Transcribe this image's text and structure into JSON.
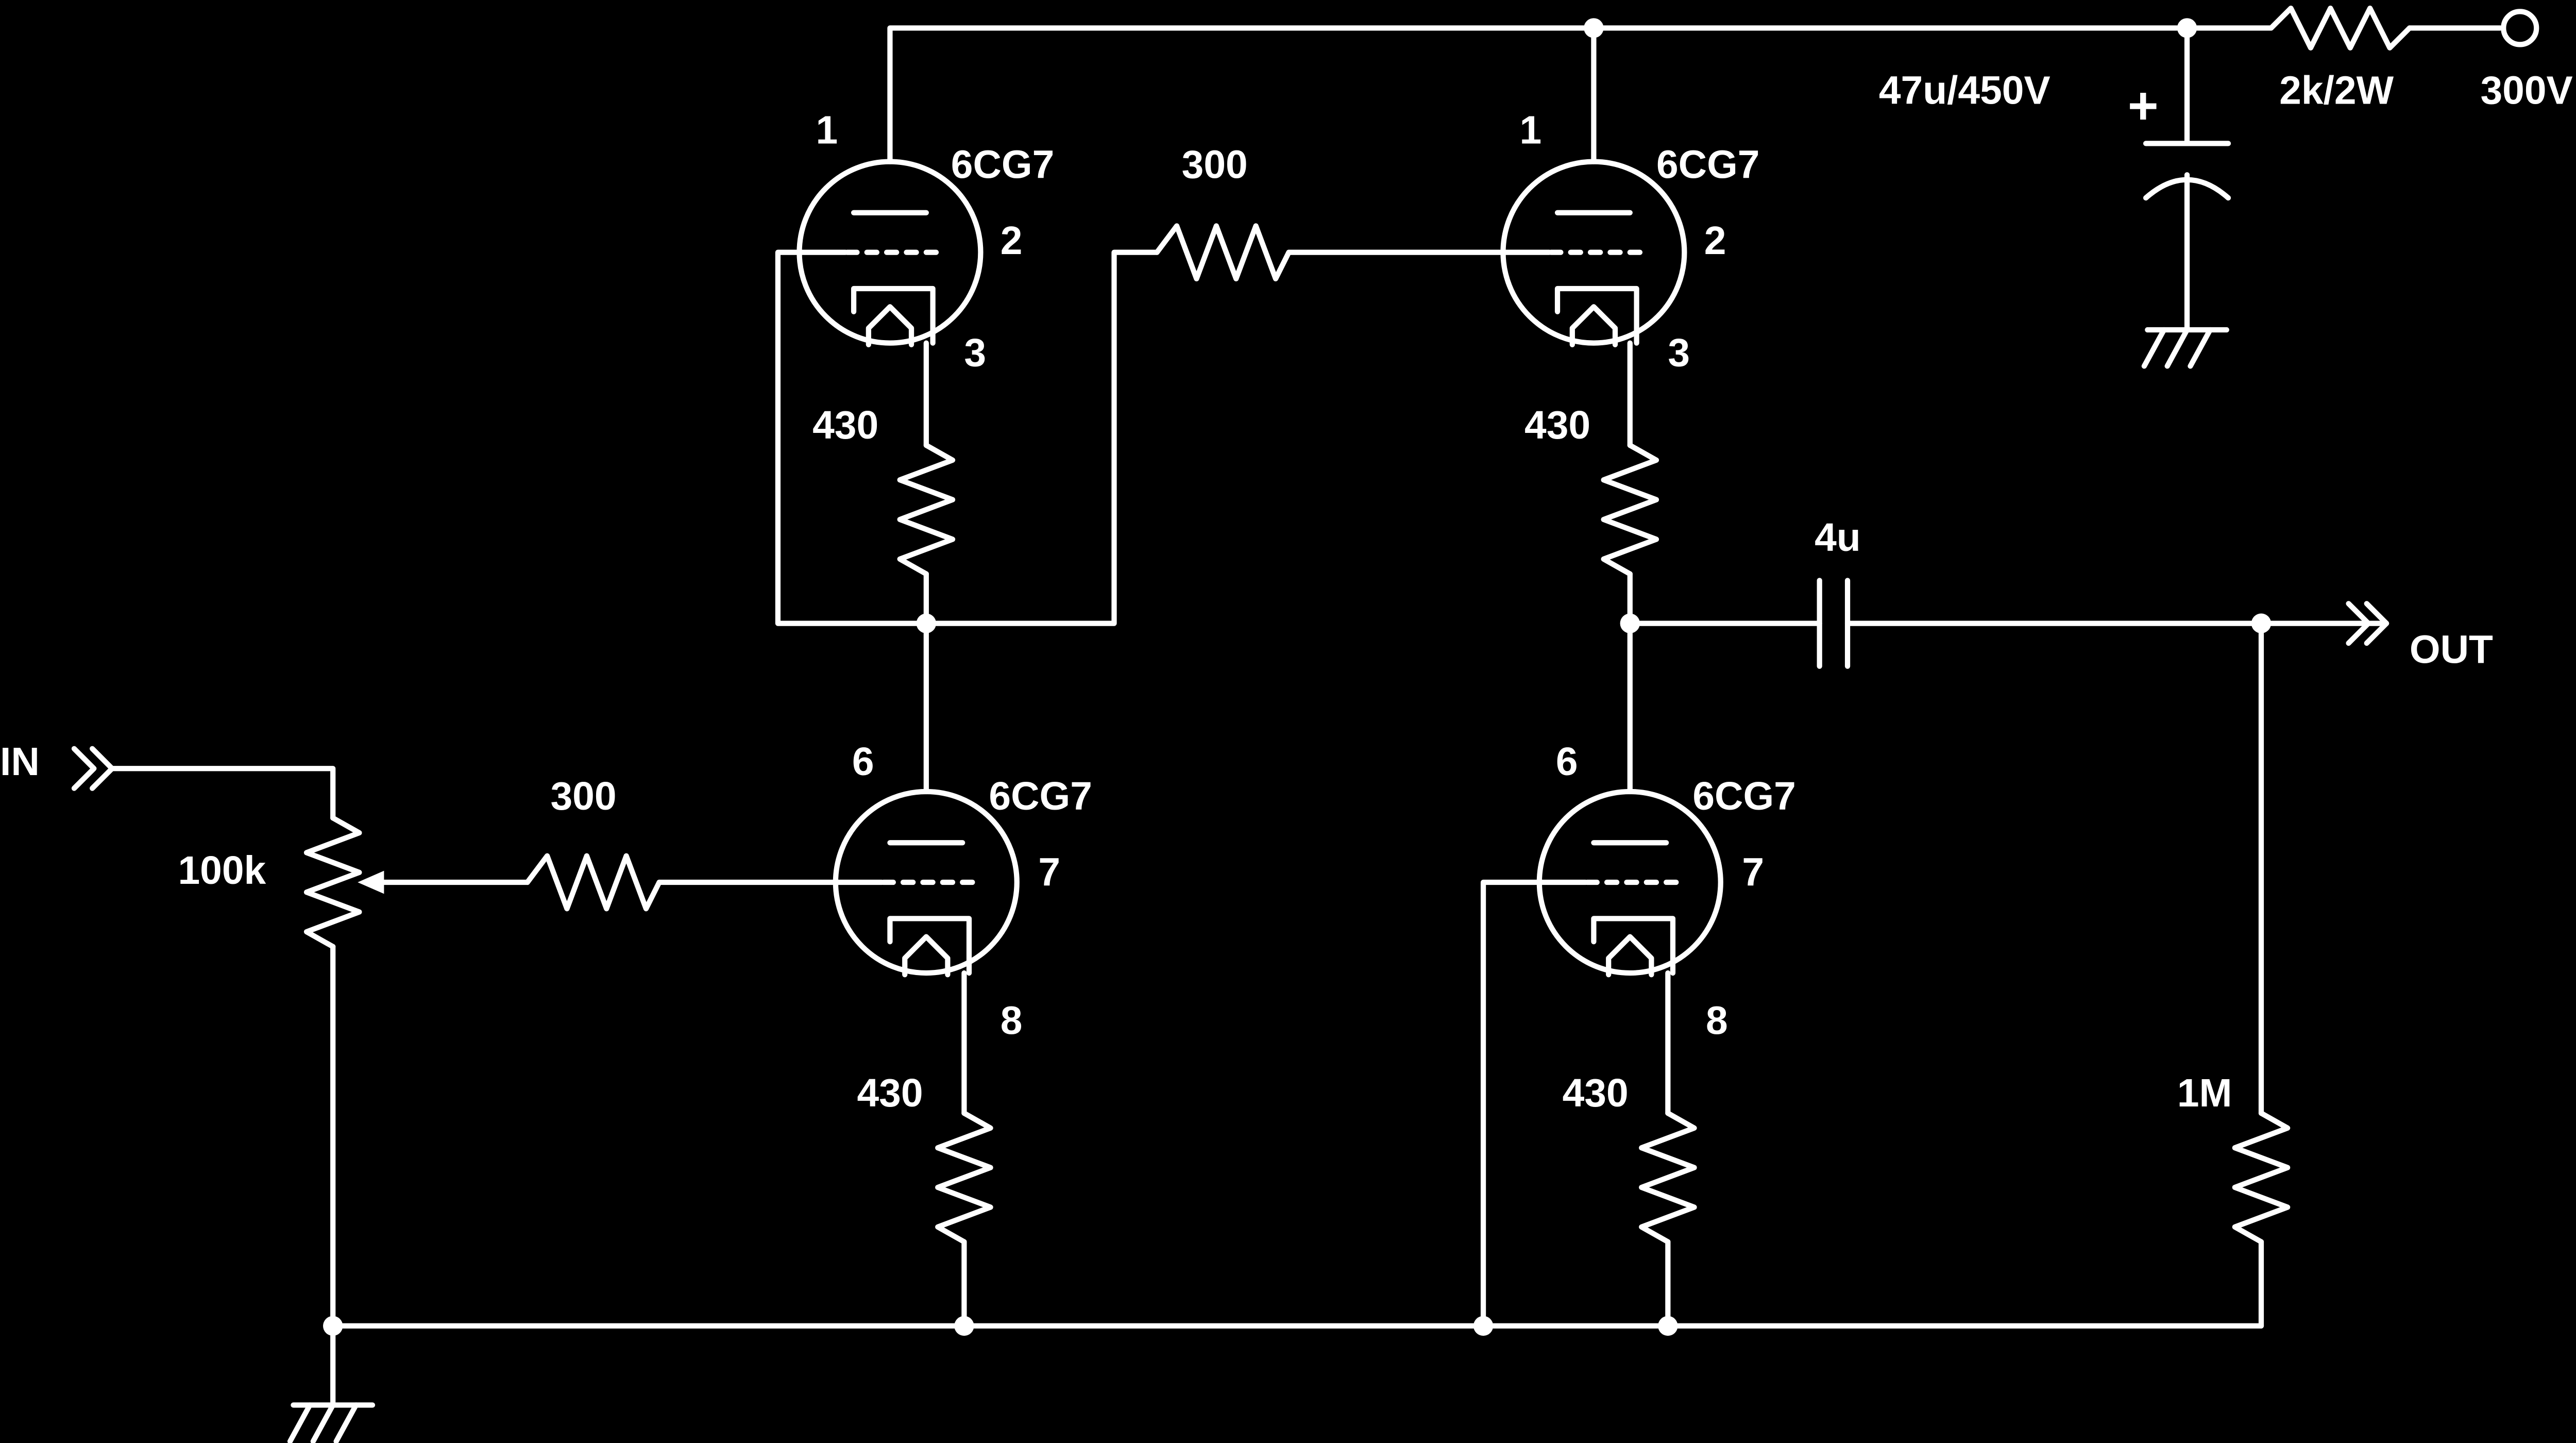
{
  "labels": {
    "in": "IN",
    "out": "OUT",
    "supply": "300V",
    "pot": "100k",
    "supply_resistor": "2k/2W",
    "filter_cap": "47u/450V",
    "coupling_cap": "4u",
    "output_load": "1M",
    "grid_resistor_input": "300",
    "grid_resistor_upper": "300",
    "cathode_upper_left": "430",
    "cathode_upper_right": "430",
    "cathode_lower_left": "430",
    "cathode_lower_right": "430",
    "cap_polarity": "+"
  },
  "tubes": {
    "upper_left": {
      "type": "6CG7",
      "pin_plate": "1",
      "pin_grid": "2",
      "pin_cathode": "3"
    },
    "upper_right": {
      "type": "6CG7",
      "pin_plate": "1",
      "pin_grid": "2",
      "pin_cathode": "3"
    },
    "lower_left": {
      "type": "6CG7",
      "pin_plate": "6",
      "pin_grid": "7",
      "pin_cathode": "8"
    },
    "lower_right": {
      "type": "6CG7",
      "pin_plate": "6",
      "pin_grid": "7",
      "pin_cathode": "8"
    }
  },
  "colors": {
    "background": "#000000",
    "ink": "#ffffff"
  }
}
